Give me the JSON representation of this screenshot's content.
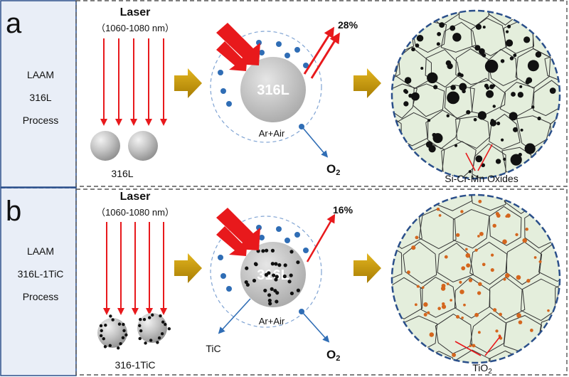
{
  "panels": [
    {
      "letter": "a",
      "side_label": [
        "LAAM",
        "316L",
        "Process"
      ],
      "laser_title": "Laser",
      "laser_range": "（1060-1080 nm）",
      "powder_label": "316L",
      "particle_label": "316L",
      "atmosphere": "Ar+Air",
      "reflect_pct": "28%",
      "oxygen": "O",
      "oxygen_sub": "2",
      "result_label": "Si-Cr-Mn Oxides"
    },
    {
      "letter": "b",
      "side_label": [
        "LAAM",
        "316L-1TiC",
        "Process"
      ],
      "laser_title": "Laser",
      "laser_range": "（1060-1080 nm）",
      "powder_label": "316-1TiC",
      "particle_label": "316L",
      "atmosphere": "Ar+Air",
      "reflect_pct": "16%",
      "oxygen": "O",
      "oxygen_sub": "2",
      "tic_label": "TiC",
      "result_label": "TiO",
      "result_sub": "2"
    }
  ],
  "colors": {
    "laser": "#e8191c",
    "arrow_gold": "#c99a06",
    "o2_blue": "#2f6db5",
    "grain_fill": "#e4eedc",
    "grain_line": "#333333",
    "circle_border": "#2a4f8a",
    "oxide": "#111111",
    "tio2": "#d4661e",
    "sidebar": "#e9eef7"
  }
}
